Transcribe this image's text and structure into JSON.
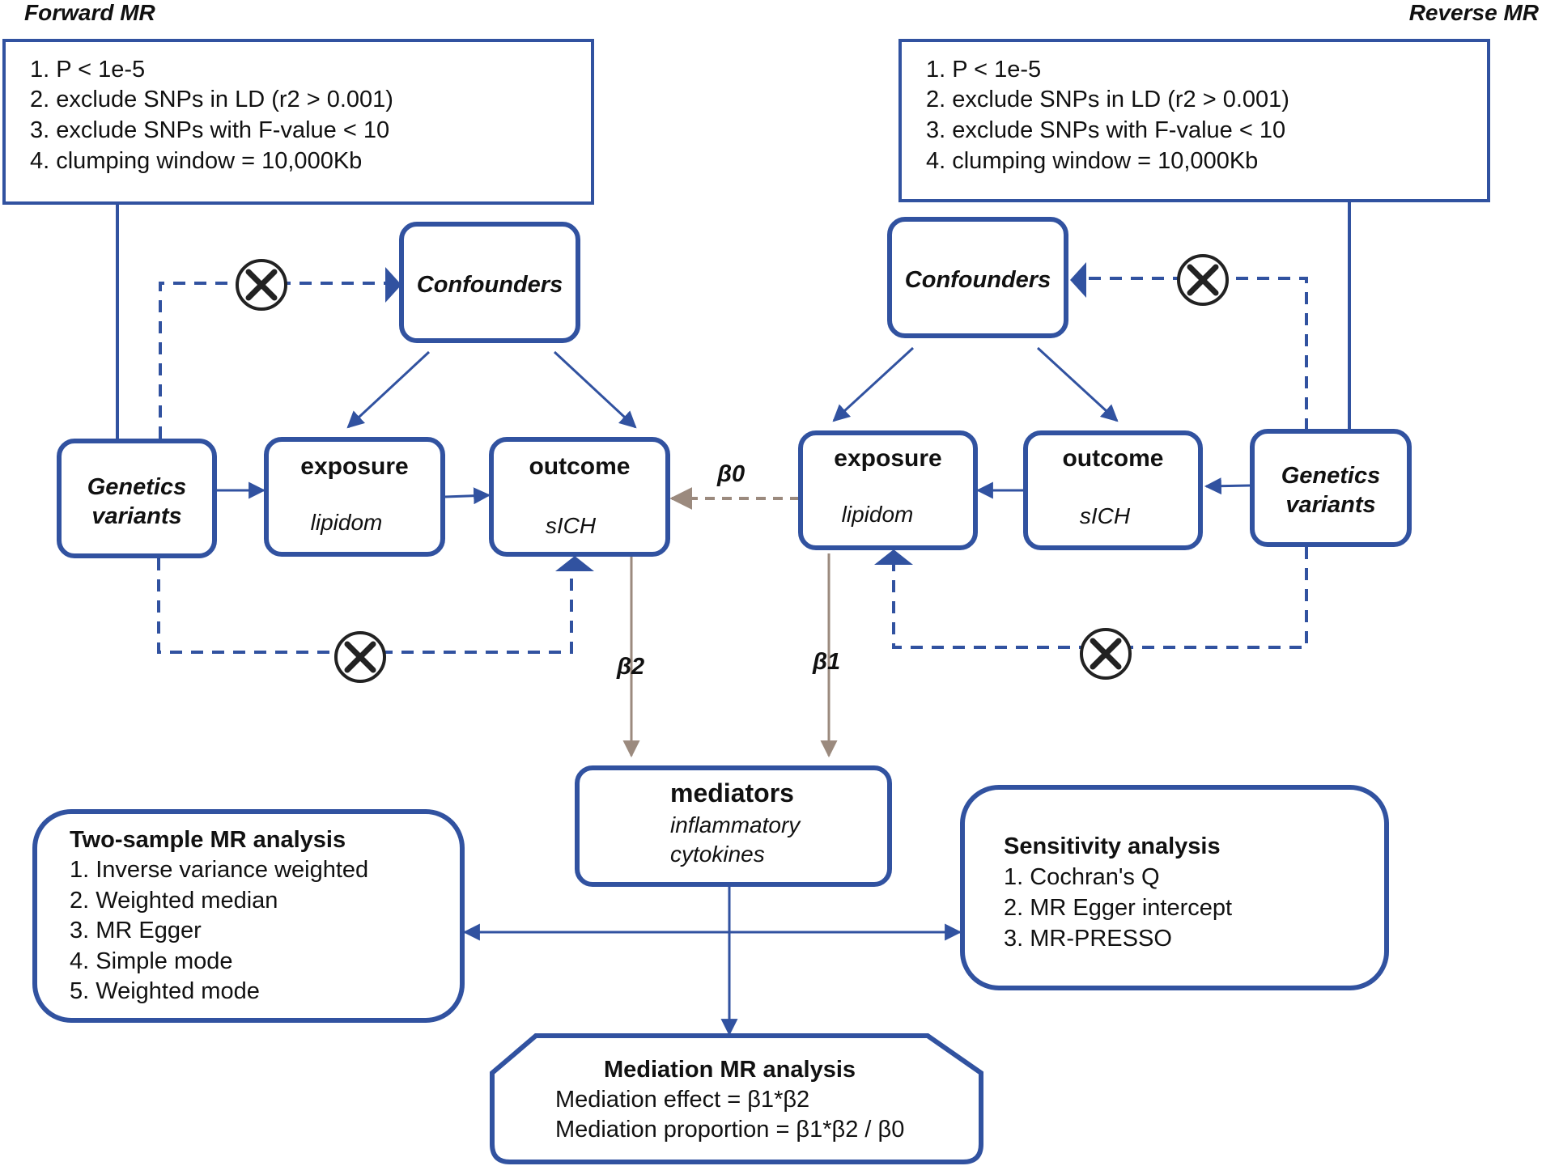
{
  "headers": {
    "forward": "Forward MR",
    "reverse": "Reverse MR"
  },
  "criteria": [
    "1. P < 1e-5",
    "2. exclude SNPs in LD (r2 > 0.001)",
    "3. exclude SNPs with F-value < 10",
    "4. clumping window = 10,000Kb"
  ],
  "nodes": {
    "confounders": "Confounders",
    "genetics_line1": "Genetics",
    "genetics_line2": "variants",
    "exposure_title": "exposure",
    "exposure_sub": "lipidom",
    "outcome_title": "outcome",
    "outcome_sub": "sICH",
    "mediators_title": "mediators",
    "mediators_sub1": "inflammatory",
    "mediators_sub2": "cytokines"
  },
  "betas": {
    "b0": "β0",
    "b1": "β1",
    "b2": "β2"
  },
  "two_sample": {
    "title": "Two-sample MR analysis",
    "items": [
      "1. Inverse variance weighted",
      "2. Weighted median",
      "3. MR Egger",
      "4. Simple mode",
      "5. Weighted mode"
    ]
  },
  "sensitivity": {
    "title": "Sensitivity analysis",
    "items": [
      "1. Cochran's Q",
      "2. MR Egger intercept",
      "3. MR-PRESSO"
    ]
  },
  "mediation": {
    "title": "Mediation MR analysis",
    "items": [
      "Mediation effect = β1*β2",
      "Mediation proportion = β1*β2 / β0"
    ]
  },
  "colors": {
    "blue": "#3152a0",
    "gray": "#9b8a7e",
    "dark": "#222222"
  }
}
